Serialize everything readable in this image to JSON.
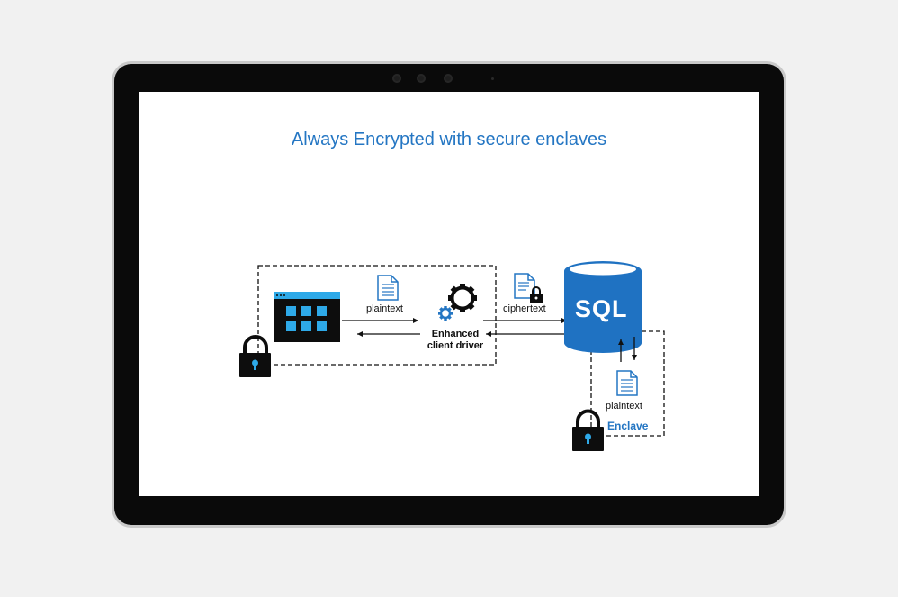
{
  "diagram": {
    "title": "Always Encrypted with secure enclaves",
    "app_to_driver_label": "plaintext",
    "driver_label_line1": "Enhanced",
    "driver_label_line2": "client driver",
    "driver_to_sql_label": "ciphertext",
    "sql_label": "SQL",
    "enclave_inner_label": "plaintext",
    "enclave_label": "Enclave"
  },
  "colors": {
    "accent_blue": "#2476c3",
    "sql_blue": "#1f72c2",
    "tile_blue": "#2ea9e8",
    "app_window": "#0d0d0d"
  },
  "icons": [
    "app-window-icon",
    "document-icon",
    "gear-icon",
    "padlock-icon",
    "database-icon"
  ]
}
